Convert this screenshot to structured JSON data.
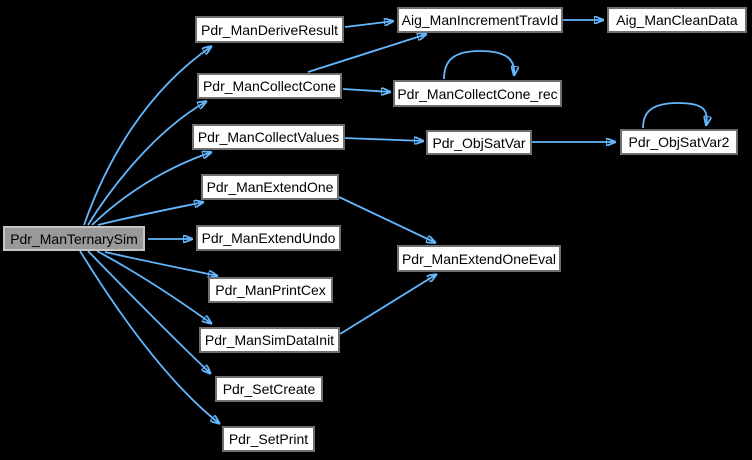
{
  "graph": {
    "kind": "doxygen-call-graph",
    "colors": {
      "background": "#000000",
      "edge": "#63B8FF",
      "node_fill": "#ffffff",
      "node_border": "#6f6f6f",
      "node_text": "#000000",
      "highlight_fill": "#999999",
      "highlight_border": "#c4c4c4"
    },
    "nodes": [
      {
        "label": "Pdr_ManTernarySim",
        "highlighted": true
      },
      {
        "label": "Pdr_ManDeriveResult"
      },
      {
        "label": "Pdr_ManCollectCone"
      },
      {
        "label": "Pdr_ManCollectValues"
      },
      {
        "label": "Pdr_ManExtendOne"
      },
      {
        "label": "Pdr_ManExtendUndo"
      },
      {
        "label": "Pdr_ManPrintCex"
      },
      {
        "label": "Pdr_ManSimDataInit"
      },
      {
        "label": "Pdr_SetCreate"
      },
      {
        "label": "Pdr_SetPrint"
      },
      {
        "label": "Aig_ManIncrementTravId"
      },
      {
        "label": "Aig_ManCleanData"
      },
      {
        "label": "Pdr_ManCollectCone_rec",
        "self_loop": true
      },
      {
        "label": "Pdr_ObjSatVar"
      },
      {
        "label": "Pdr_ObjSatVar2",
        "self_loop": true
      },
      {
        "label": "Pdr_ManExtendOneEval"
      }
    ],
    "edges": [
      {
        "from": "Pdr_ManTernarySim",
        "to": "Pdr_ManDeriveResult"
      },
      {
        "from": "Pdr_ManTernarySim",
        "to": "Pdr_ManCollectCone"
      },
      {
        "from": "Pdr_ManTernarySim",
        "to": "Pdr_ManCollectValues"
      },
      {
        "from": "Pdr_ManTernarySim",
        "to": "Pdr_ManExtendOne"
      },
      {
        "from": "Pdr_ManTernarySim",
        "to": "Pdr_ManExtendUndo"
      },
      {
        "from": "Pdr_ManTernarySim",
        "to": "Pdr_ManPrintCex"
      },
      {
        "from": "Pdr_ManTernarySim",
        "to": "Pdr_ManSimDataInit"
      },
      {
        "from": "Pdr_ManTernarySim",
        "to": "Pdr_SetCreate"
      },
      {
        "from": "Pdr_ManTernarySim",
        "to": "Pdr_SetPrint"
      },
      {
        "from": "Pdr_ManDeriveResult",
        "to": "Aig_ManIncrementTravId"
      },
      {
        "from": "Aig_ManIncrementTravId",
        "to": "Aig_ManCleanData"
      },
      {
        "from": "Pdr_ManCollectCone",
        "to": "Aig_ManIncrementTravId"
      },
      {
        "from": "Pdr_ManCollectCone",
        "to": "Pdr_ManCollectCone_rec"
      },
      {
        "from": "Pdr_ManCollectCone_rec",
        "to": "Pdr_ManCollectCone_rec"
      },
      {
        "from": "Pdr_ManCollectValues",
        "to": "Pdr_ObjSatVar"
      },
      {
        "from": "Pdr_ObjSatVar",
        "to": "Pdr_ObjSatVar2"
      },
      {
        "from": "Pdr_ObjSatVar2",
        "to": "Pdr_ObjSatVar2"
      },
      {
        "from": "Pdr_ManExtendOne",
        "to": "Pdr_ManExtendOneEval"
      },
      {
        "from": "Pdr_ManSimDataInit",
        "to": "Pdr_ManExtendOneEval"
      }
    ]
  }
}
